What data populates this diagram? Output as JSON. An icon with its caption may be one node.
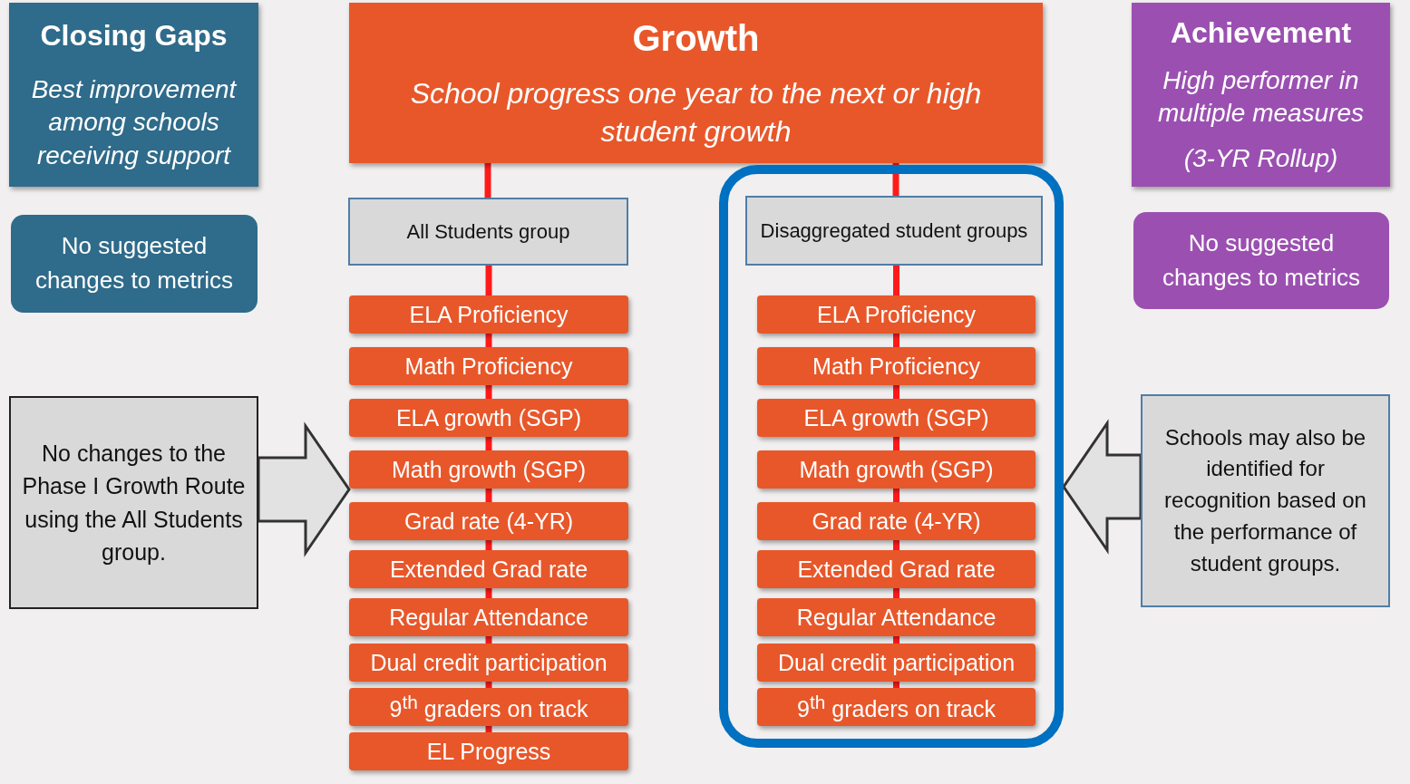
{
  "diagram": {
    "nodes": [
      {
        "text": [
          "Closing Gaps",
          "Best improvement among schools receiving support"
        ]
      },
      {
        "text": [
          "No suggested changes to metrics"
        ]
      },
      {
        "text": [
          "No changes to the Phase I Growth Route using the All Students group."
        ]
      },
      {
        "text": [
          "Growth",
          "School progress one year to the next or high student growth"
        ]
      },
      {
        "text": [
          "All Students group"
        ]
      },
      {
        "text": [
          "ELA Proficiency"
        ]
      },
      {
        "text": [
          "Math Proficiency"
        ]
      },
      {
        "text": [
          "ELA growth (SGP)"
        ]
      },
      {
        "text": [
          "Math growth (SGP)"
        ]
      },
      {
        "text": [
          "Grad rate (4-YR)"
        ]
      },
      {
        "text": [
          "Extended Grad rate"
        ]
      },
      {
        "text": [
          "Regular Attendance"
        ]
      },
      {
        "text": [
          "Dual credit participation"
        ]
      },
      {
        "text": [
          "9$^{th}$ graders on track"
        ]
      },
      {
        "text": [
          "EL Progress"
        ]
      },
      {
        "text": [],
        "shape": "box"
      },
      {
        "text": [
          "Disaggregated student groups"
        ],
        "in": 15
      },
      {
        "text": [
          "ELA Proficiency"
        ],
        "in": 15
      },
      {
        "text": [
          "Math Proficiency"
        ],
        "in": 15
      },
      {
        "text": [
          "ELA growth (SGP)"
        ],
        "in": 15
      },
      {
        "text": [
          "Math growth (SGP)"
        ],
        "in": 15
      },
      {
        "text": [
          "Grad rate (4-YR)"
        ],
        "in": 15
      },
      {
        "text": [
          "Extended Grad rate"
        ],
        "in": 15
      },
      {
        "text": [
          "Regular Attendance"
        ],
        "in": 15
      },
      {
        "text": [
          "Dual credit participation"
        ],
        "in": 15
      },
      {
        "text": [
          "9$^{th}$ graders on track"
        ],
        "in": 15
      },
      {
        "text": [
          "Achievement",
          "High performer in multiple measures",
          "(3-YR Rollup)"
        ]
      },
      {
        "text": [
          "No suggested changes to metrics"
        ]
      },
      {
        "text": [
          "Schools may also be identified for recognition based on the performance of student groups."
        ]
      }
    ],
    "edges": [
      {
        "from": 3,
        "to": 4,
        "arrow": "none"
      },
      {
        "from": 4,
        "to": 5,
        "arrow": "none"
      },
      {
        "from": 5,
        "to": 6,
        "arrow": "none"
      },
      {
        "from": 6,
        "to": 7,
        "arrow": "none"
      },
      {
        "from": 7,
        "to": 8,
        "arrow": "none"
      },
      {
        "from": 8,
        "to": 9,
        "arrow": "none"
      },
      {
        "from": 9,
        "to": 10,
        "arrow": "none"
      },
      {
        "from": 10,
        "to": 11,
        "arrow": "none"
      },
      {
        "from": 11,
        "to": 12,
        "arrow": "none"
      },
      {
        "from": 12,
        "to": 13,
        "arrow": "none"
      },
      {
        "from": 13,
        "to": 14,
        "arrow": "none"
      },
      {
        "from": 3,
        "to": 16,
        "arrow": "none"
      },
      {
        "from": 16,
        "to": 17,
        "arrow": "none"
      },
      {
        "from": 17,
        "to": 18,
        "arrow": "none"
      },
      {
        "from": 18,
        "to": 19,
        "arrow": "none"
      },
      {
        "from": 19,
        "to": 20,
        "arrow": "none"
      },
      {
        "from": 20,
        "to": 21,
        "arrow": "none"
      },
      {
        "from": 21,
        "to": 22,
        "arrow": "none"
      },
      {
        "from": 22,
        "to": 23,
        "arrow": "none"
      },
      {
        "from": 23,
        "to": 24,
        "arrow": "none"
      },
      {
        "from": 24,
        "to": 25,
        "arrow": "none"
      },
      {
        "from": 2,
        "to": 8,
        "arrow": "to",
        "style": "thick",
        "color": "#333333"
      },
      {
        "from": 28,
        "to": 15,
        "arrow": "to",
        "style": "thick",
        "color": "#333333"
      }
    ]
  }
}
